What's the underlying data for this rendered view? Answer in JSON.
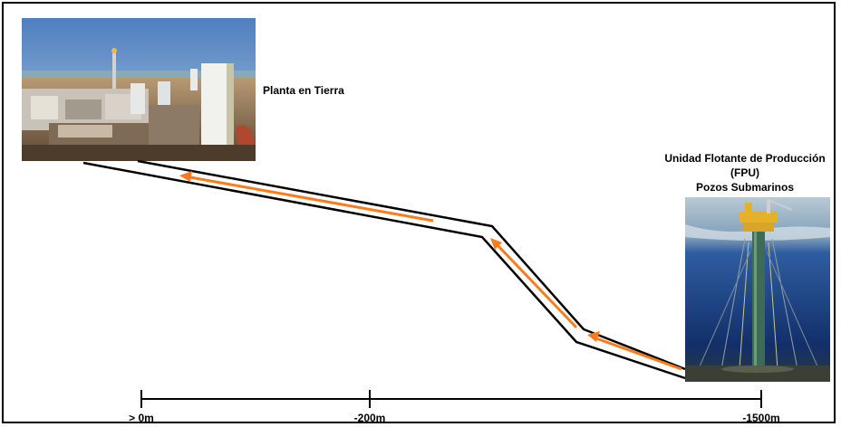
{
  "labels": {
    "plant": "Planta en Tierra",
    "fpu_line1": "Unidad Flotante de Producción",
    "fpu_line2": "(FPU)",
    "fpu_line3": "Pozos Submarinos"
  },
  "depth_scale": {
    "ticks": [
      {
        "label": "> 0m"
      },
      {
        "label": "-200m"
      },
      {
        "label": "-1500m"
      }
    ]
  },
  "images": {
    "plant": "onshore-processing-plant-photo",
    "fpu": "floating-production-unit-illustration"
  },
  "colors": {
    "pipeline_outline": "#000000",
    "flow_arrow": "#ff7a1a",
    "sea_top": "#9fb6c6",
    "sea_deep": "#0f2d6b",
    "sky": "#5b84b8"
  }
}
